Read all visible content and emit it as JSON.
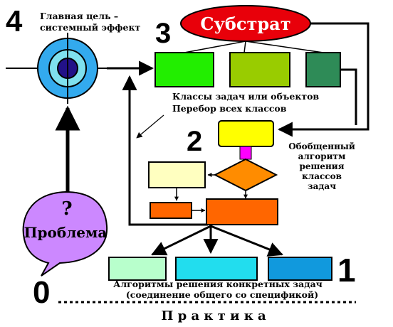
{
  "goal": {
    "number": "4",
    "line1": "Главная цель –",
    "line2": "системный эффект"
  },
  "substrate": {
    "number": "3",
    "label": "Субстрат"
  },
  "classes": {
    "line1": "Классы задач или объектов",
    "line2": "Перебор всех классов"
  },
  "generalized": {
    "number": "2",
    "lines": [
      "Обобщенный",
      "алгоритм",
      "решения",
      "классов",
      "задач"
    ]
  },
  "problem": {
    "mark": "?",
    "label": "Проблема"
  },
  "specific": {
    "number": "1",
    "line1": "Алгоритмы решения конкретных задач",
    "line2": "(соединение общего со спецификой)"
  },
  "practice": {
    "number": "0",
    "label": "П р а к т и к а"
  },
  "colors": {
    "substrate": "#e8000a",
    "class_box_1": "#22ee00",
    "class_box_2": "#99cc00",
    "class_box_3": "#2e8b57",
    "gen_box": "#ffff00",
    "gen_connector": "#ff00ff",
    "diamond": "#ff8c00",
    "pale_box": "#ffffc0",
    "orange_box": "#ff6600",
    "spec_box_1": "#b8ffcc",
    "spec_box_2": "#22ddee",
    "spec_box_3": "#1199dd",
    "problem_bubble": "#cc88ff",
    "target_outer": "#33aaee",
    "target_ring": "#7fe0ee",
    "target_center": "#221188"
  }
}
